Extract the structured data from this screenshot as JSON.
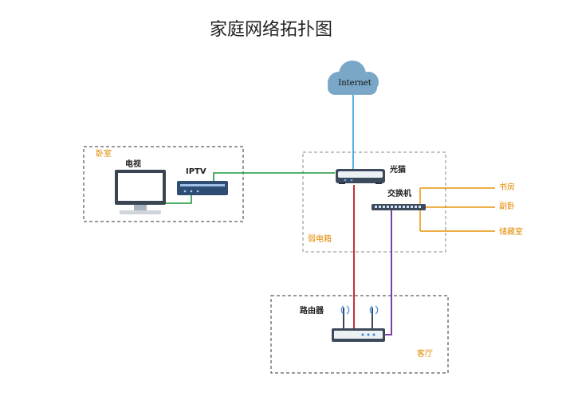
{
  "title": "家庭网络拓扑图",
  "cloud": {
    "label": "Internet"
  },
  "zones": {
    "bedroom": "卧室",
    "panel": "弱电箱",
    "living": "客厅"
  },
  "devices": {
    "tv": "电视",
    "iptv": "IPTV",
    "modem": "光猫",
    "switch": "交换机",
    "router": "路由器"
  },
  "rooms": {
    "study": "书房",
    "second_bedroom": "副卧",
    "storage": "储藏室"
  },
  "colors": {
    "internet_link": "#2b9bd6",
    "iptv_link": "#1a9a3a",
    "router_modem_link": "#c0181f",
    "router_switch_link": "#6a2a9a",
    "room_links": "#e8940c",
    "zone_label": "#e58a00",
    "cloud": "#7aa7c7"
  }
}
